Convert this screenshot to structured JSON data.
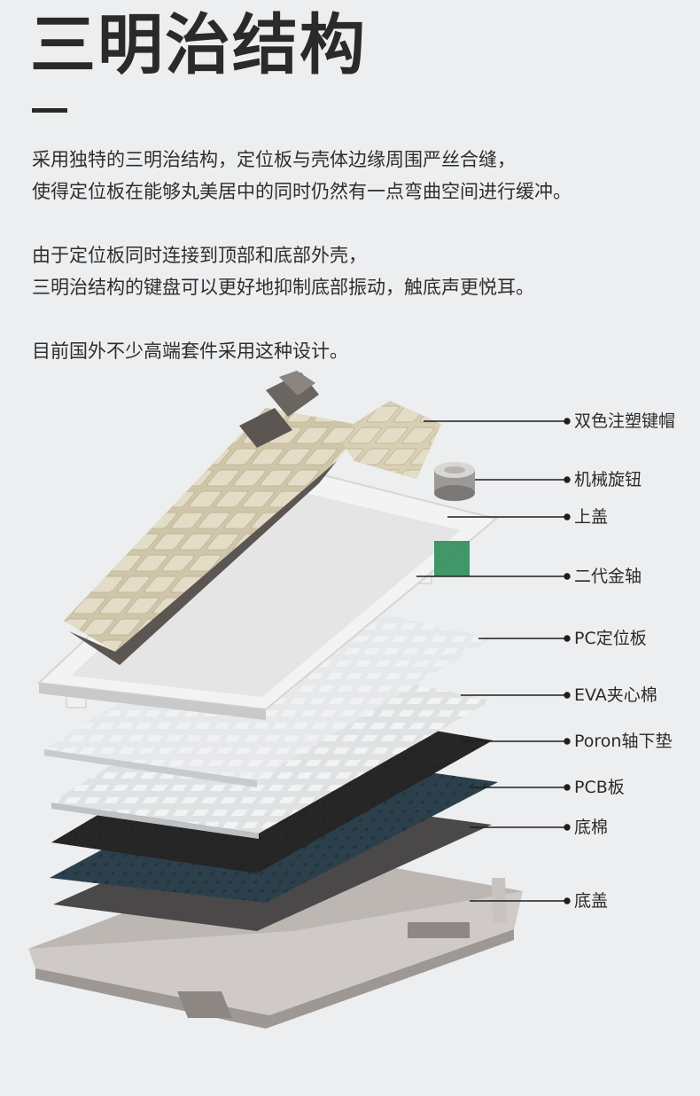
{
  "title": "三明治结构",
  "paragraphs": [
    [
      "采用独特的三明治结构，定位板与壳体边缘周围严丝合缝，",
      "使得定位板在能够丸美居中的同时仍然有一点弯曲空间进行缓冲。"
    ],
    [
      "由于定位板同时连接到顶部和底部外壳，",
      "三明治结构的键盘可以更好地抑制底部振动，触底声更悦耳。"
    ],
    [
      "目前国外不少高端套件采用这种设计。"
    ]
  ],
  "layers": [
    {
      "label": "双色注塑键帽"
    },
    {
      "label": "机械旋钮"
    },
    {
      "label": "上盖"
    },
    {
      "label": "二代金轴"
    },
    {
      "label": "PC定位板"
    },
    {
      "label": "EVA夹心棉"
    },
    {
      "label": "Poron轴下垫"
    },
    {
      "label": "PCB板"
    },
    {
      "label": "底棉"
    },
    {
      "label": "底盖"
    }
  ],
  "colors": {
    "background": "#eceef0",
    "title": "#2a2a2a",
    "leader_line": "#1f1f1f",
    "keycap_beige": "#d8cfb4",
    "keycap_dark": "#5b5652",
    "switch_orange": "#e87b3c",
    "pcb_dark": "#2c3236",
    "bottom_case": "#b9b4b1"
  }
}
